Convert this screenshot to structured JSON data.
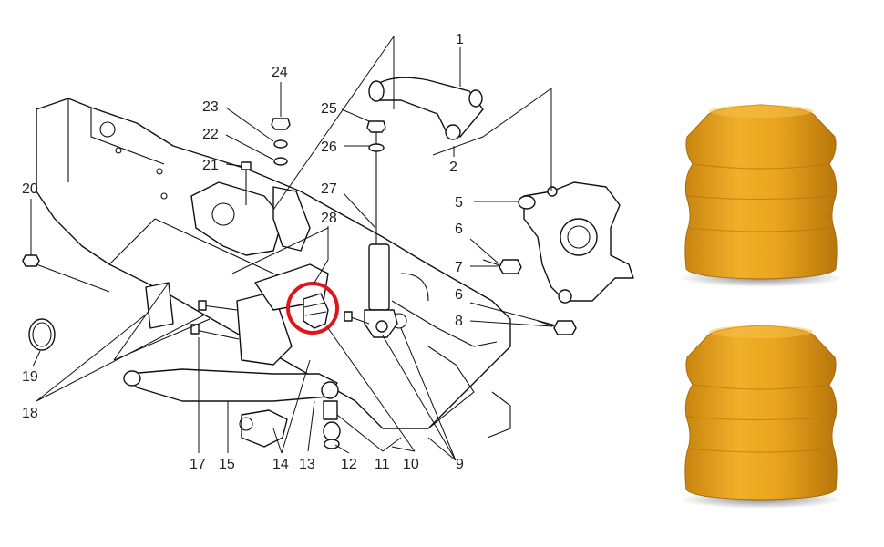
{
  "callouts": [
    {
      "id": "1",
      "label": "1"
    },
    {
      "id": "2",
      "label": "2"
    },
    {
      "id": "5",
      "label": "5"
    },
    {
      "id": "6a",
      "label": "6"
    },
    {
      "id": "7",
      "label": "7"
    },
    {
      "id": "6b",
      "label": "6"
    },
    {
      "id": "8",
      "label": "8"
    },
    {
      "id": "9",
      "label": "9"
    },
    {
      "id": "10",
      "label": "10"
    },
    {
      "id": "11",
      "label": "11"
    },
    {
      "id": "12",
      "label": "12"
    },
    {
      "id": "13",
      "label": "13"
    },
    {
      "id": "14",
      "label": "14"
    },
    {
      "id": "15",
      "label": "15"
    },
    {
      "id": "17",
      "label": "17"
    },
    {
      "id": "18",
      "label": "18"
    },
    {
      "id": "19",
      "label": "19"
    },
    {
      "id": "20",
      "label": "20"
    },
    {
      "id": "21",
      "label": "21"
    },
    {
      "id": "22",
      "label": "22"
    },
    {
      "id": "23",
      "label": "23"
    },
    {
      "id": "24",
      "label": "24"
    },
    {
      "id": "25",
      "label": "25"
    },
    {
      "id": "26",
      "label": "26"
    },
    {
      "id": "27",
      "label": "27"
    },
    {
      "id": "28",
      "label": "28"
    }
  ],
  "highlight_color": "#e0141c",
  "bumper_color": "#e8a21a",
  "products": [
    {
      "name": "bump-stop-top"
    },
    {
      "name": "bump-stop-bottom"
    }
  ]
}
